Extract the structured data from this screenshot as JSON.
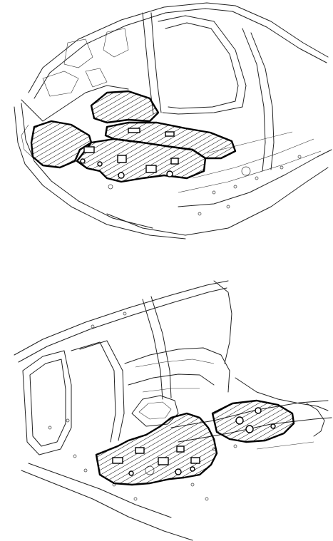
{
  "figure": {
    "views": [
      {
        "id": "front-floor",
        "insulator_color": "#000000",
        "body_line_color": "#222222"
      },
      {
        "id": "rear-floor",
        "insulator_color": "#000000",
        "body_line_color": "#222222"
      }
    ],
    "hatch_style": "diagonal",
    "background": "#ffffff"
  }
}
